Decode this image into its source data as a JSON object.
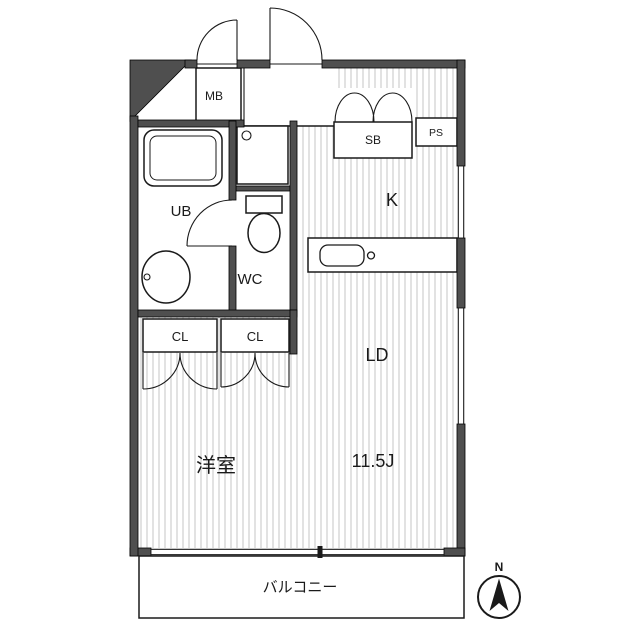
{
  "colors": {
    "background": "#ffffff",
    "wall": "#4f4f4f",
    "line": "#1a1a1a",
    "hatch": "#c6c6c6"
  },
  "labels": {
    "meter_box": "MB",
    "unit_bath": "UB",
    "toilet_room": "WC",
    "shoe_box": "SB",
    "pipe_space": "PS",
    "kitchen": "K",
    "living_dining": "LD",
    "closet_1": "CL",
    "closet_2": "CL",
    "western_room": "洋室",
    "room_size": "11.5J",
    "balcony": "バルコニー",
    "compass_north": "N"
  },
  "icons": {
    "bathtub": "bathtub-icon",
    "washing_machine_pan": "washing-machine-pan-icon",
    "toilet_bowl": "toilet-icon",
    "wash_basin": "washbasin-icon",
    "kitchen_sink": "kitchen-sink-icon",
    "door_swing": "door-swing-arc-icon",
    "north_arrow": "north-arrow-icon"
  }
}
